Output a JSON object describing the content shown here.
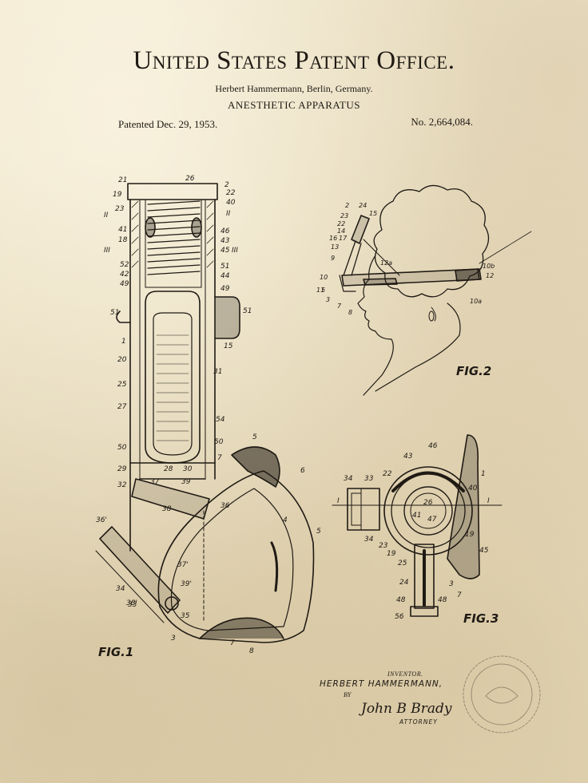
{
  "header": {
    "title": "United States Patent Office.",
    "inventor_line": "Herbert Hammermann, Berlin, Germany.",
    "subject": "ANESTHETIC APPARATUS",
    "patented": "Patented Dec. 29, 1953.",
    "number": "No. 2,664,084."
  },
  "figures": {
    "fig1": "FIG.1",
    "fig2": "FIG.2",
    "fig3": "FIG.3"
  },
  "signature": {
    "inventor_label": "INVENTOR.",
    "inventor_name": "HERBERT HAMMERMANN,",
    "by": "BY",
    "attorney_signature": "John B Brady",
    "attorney_label": "ATTORNEY"
  },
  "reference_numerals": {
    "fig1": [
      "21",
      "26",
      "2",
      "19",
      "22",
      "40",
      "23",
      "II",
      "II",
      "41",
      "46",
      "18",
      "43",
      "III",
      "45",
      "III",
      "52",
      "51",
      "42",
      "44",
      "49",
      "49",
      "51",
      "51",
      "15",
      "1",
      "20",
      "31",
      "25",
      "27",
      "54",
      "50",
      "50",
      "29",
      "28",
      "30",
      "32",
      "37",
      "39",
      "7",
      "6",
      "5",
      "38",
      "36",
      "36'",
      "4",
      "5",
      "34",
      "37'",
      "39'",
      "33",
      "35",
      "38'",
      "3",
      "7",
      "8"
    ],
    "fig2": [
      "2",
      "24",
      "15",
      "23",
      "22",
      "14",
      "16",
      "17",
      "13",
      "9",
      "12a",
      "10b",
      "12",
      "10",
      "11",
      "5",
      "3",
      "7",
      "8",
      "10a"
    ],
    "fig3": [
      "46",
      "43",
      "22",
      "1",
      "34",
      "33",
      "40",
      "I",
      "I",
      "26",
      "41",
      "47",
      "19",
      "34",
      "23",
      "19",
      "25",
      "45",
      "24",
      "3",
      "7",
      "48",
      "48",
      "56"
    ]
  },
  "colors": {
    "paper": "#efe6cc",
    "ink": "#1f1a14"
  }
}
